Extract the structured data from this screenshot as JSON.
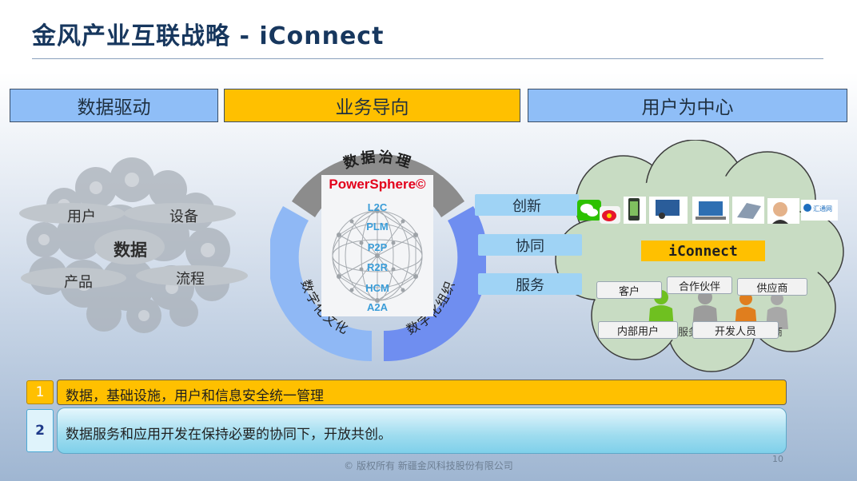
{
  "title": "金风产业互联战略 - iConnect",
  "pillars": [
    "数据驱动",
    "业务导向",
    "用户为中心"
  ],
  "data_cloud": {
    "center": "数据",
    "items": [
      "用户",
      "设备",
      "产品",
      "流程"
    ]
  },
  "ring": {
    "top_label": "数据治理",
    "left_label": "数字化文化",
    "right_label": "数字化组织"
  },
  "powersphere": {
    "title": "PowerSphere©",
    "items": [
      "L2C",
      "PLM",
      "P2P",
      "R2R",
      "HCM",
      "A2A"
    ]
  },
  "connect_tags": [
    "创新",
    "协同",
    "服务"
  ],
  "iconnect": {
    "label": "iConnect",
    "huitong_logo": "汇通网",
    "people_labels": [
      "客户",
      "合作伙伴",
      "供应商",
      "内部用户",
      "开发人员"
    ],
    "hidden_fragments": [
      "服务",
      "商"
    ]
  },
  "points": [
    {
      "num": "1",
      "text": "数据，基础设施，用户和信息安全统一管理"
    },
    {
      "num": "2",
      "text": "数据服务和应用开发在保持必要的协同下，开放共创。"
    }
  ],
  "footer": "© 版权所有  新疆金风科技股份有限公司",
  "page_number": "10",
  "colors": {
    "title": "#17375e",
    "pillar_blue": "#8fbef7",
    "pillar_gold": "#ffc000",
    "ring_gray": "#8c8c8c",
    "ring_blue_light": "#8fb8f5",
    "ring_blue_dark": "#6f8ef0",
    "cloud_green": "#c8dcc3",
    "powersphere_red": "#e3001b"
  }
}
